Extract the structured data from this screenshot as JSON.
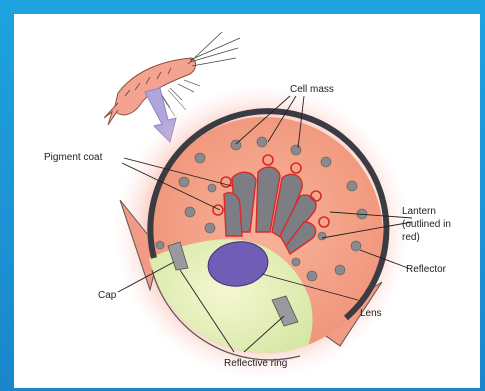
{
  "diagram": {
    "labels": {
      "cell_mass": "Cell mass",
      "pigment_coat": "Pigment coat",
      "lantern_line1": "Lantern",
      "lantern_line2": "(outlined in",
      "lantern_line3": "red)",
      "reflector": "Reflector",
      "cap": "Cap",
      "lens": "Lens",
      "reflective_ring": "Reflective ring"
    }
  }
}
